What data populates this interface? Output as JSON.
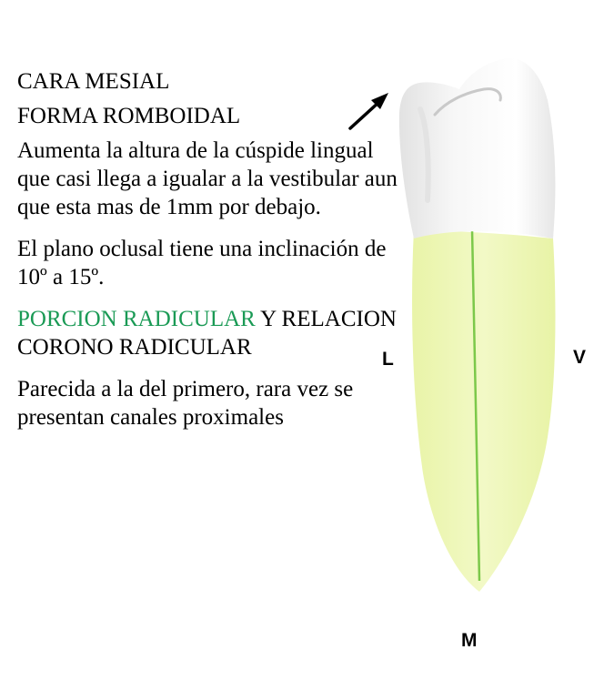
{
  "title": "CARA MESIAL",
  "subtitle": "FORMA ROMBOIDAL",
  "paragraph_1": "Aumenta la altura de la cúspide lingual que casi llega a igualar a la vestibular aun que esta mas de 1mm por debajo.",
  "paragraph_2": "El plano oclusal tiene una inclinación de 10º a 15º.",
  "section_heading": {
    "highlight": "PORCION RADICULAR",
    "rest": " Y RELACION CORONO RADICULAR"
  },
  "paragraph_3": "Parecida a la del primero, rara vez se presentan canales proximales",
  "labels": {
    "left": "L",
    "right": "V",
    "bottom": "M"
  },
  "colors": {
    "root_fill": "#eef7b8",
    "axis_line": "#7cc84a",
    "highlight_text": "#1a9a55"
  },
  "icons": {
    "pointer": "arrow-icon"
  }
}
